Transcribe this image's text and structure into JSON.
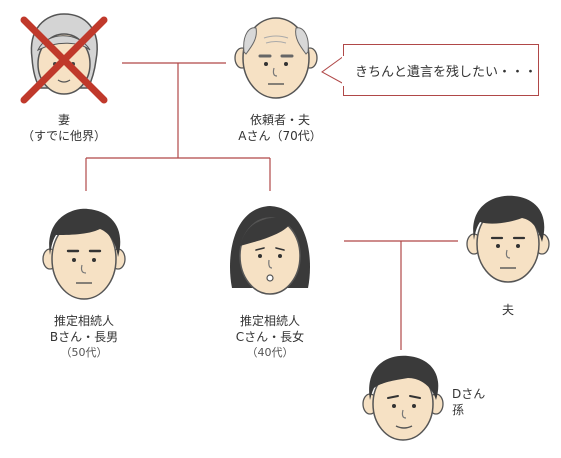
{
  "people": {
    "wife": {
      "label": "妻",
      "note": "（すでに他界）"
    },
    "client": {
      "label": "依頼者・夫",
      "note": "Aさん（70代）"
    },
    "son": {
      "line1": "推定相続人",
      "line2": "Bさん・長男",
      "line3": "（50代）"
    },
    "daughter": {
      "line1": "推定相続人",
      "line2": "Cさん・長女",
      "line3": "（40代）"
    },
    "husband": {
      "label": "夫"
    },
    "grandchild": {
      "line1": "Dさん",
      "line2": "孫"
    }
  },
  "speech": {
    "text": "きちんと遺言を残したい・・・"
  },
  "colors": {
    "line": "#b04848",
    "skin": "#f6e1c4",
    "hair_dark": "#3a3a3a",
    "hair_gray": "#cfcfcf",
    "cross": "#c0392b"
  }
}
